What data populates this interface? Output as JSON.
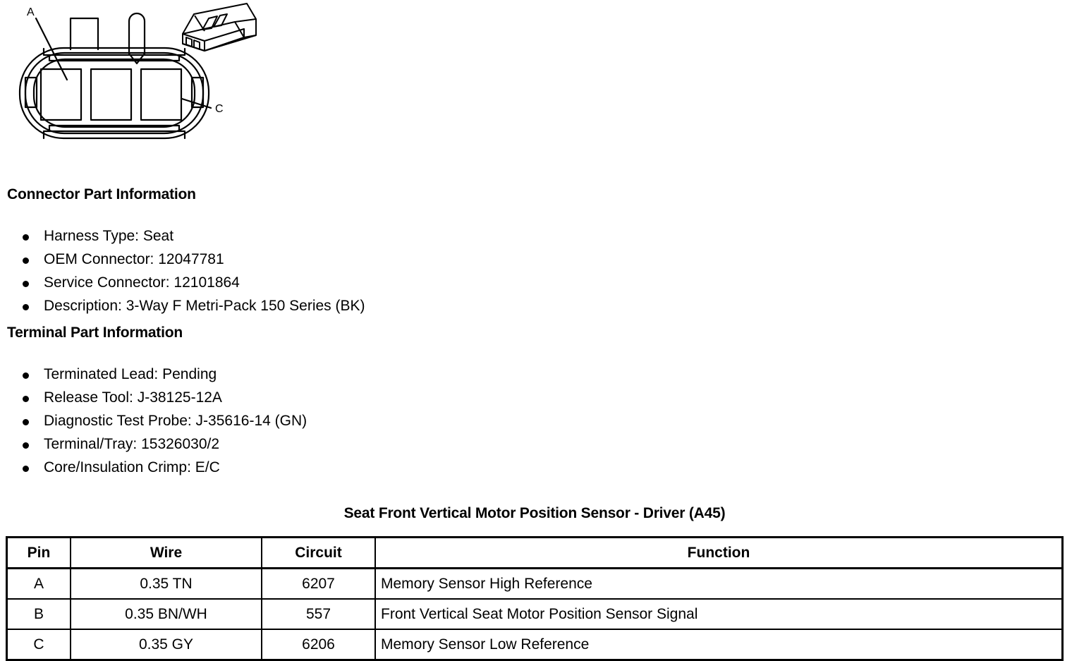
{
  "diagram": {
    "name": "connector-face-view-diagram",
    "pin_labels": [
      {
        "id": "label-a",
        "text": "A"
      },
      {
        "id": "label-c",
        "text": "C"
      }
    ],
    "cavity_count": 3,
    "inset_view": "connector-isometric-view"
  },
  "connector_part": {
    "heading": "Connector Part Information",
    "items": [
      "Harness Type: Seat",
      "OEM Connector: 12047781",
      "Service Connector: 12101864",
      "Description: 3-Way F Metri-Pack 150 Series (BK)"
    ]
  },
  "terminal_part": {
    "heading": "Terminal Part Information",
    "items": [
      "Terminated Lead: Pending",
      "Release Tool: J-38125-12A",
      "Diagnostic Test Probe: J-35616-14 (GN)",
      "Terminal/Tray: 15326030/2",
      "Core/Insulation Crimp: E/C"
    ]
  },
  "pin_table": {
    "title": "Seat Front Vertical Motor Position Sensor - Driver (A45)",
    "columns": [
      "Pin",
      "Wire",
      "Circuit",
      "Function"
    ],
    "rows": [
      {
        "pin": "A",
        "wire": "0.35 TN",
        "circuit": "6207",
        "function": "Memory Sensor High Reference"
      },
      {
        "pin": "B",
        "wire": "0.35 BN/WH",
        "circuit": "557",
        "function": "Front Vertical Seat Motor Position Sensor Signal"
      },
      {
        "pin": "C",
        "wire": "0.35 GY",
        "circuit": "6206",
        "function": "Memory Sensor Low Reference"
      }
    ]
  },
  "colors": {
    "ink": "#000000",
    "page": "#ffffff"
  }
}
